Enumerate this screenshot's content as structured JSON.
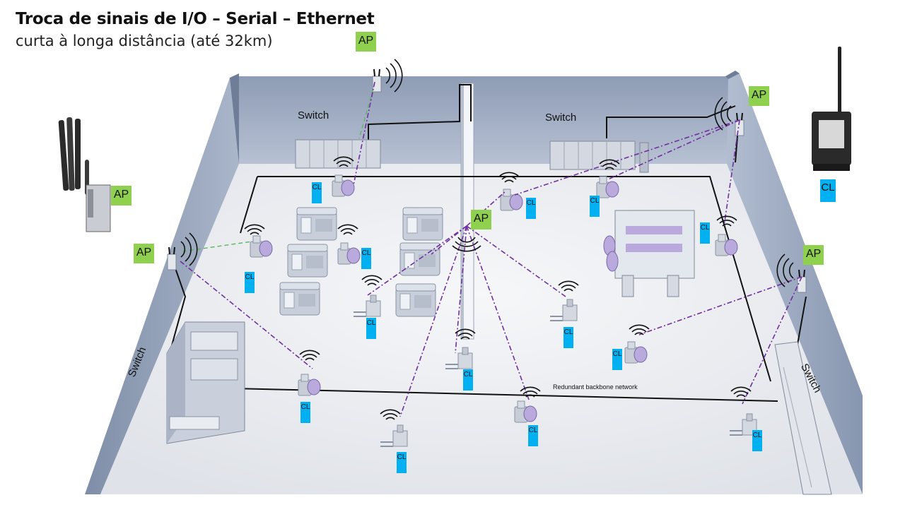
{
  "header": {
    "title": "Troca de sinais de I/O – Serial – Ethernet",
    "subtitle": "curta à longa distância (até 32km)"
  },
  "labels": {
    "switch": "Switch",
    "ap": "AP",
    "cl": "CL",
    "backbone": "Redundant backbone network"
  },
  "colors": {
    "ap_tag": "#8fd14f",
    "cl_tag": "#00b0f0",
    "wireless_link": "#7030a0",
    "ap_link": "#4caf50",
    "backbone": "#111111",
    "wall": "#8c9bb3",
    "floor": "#eef0f4"
  },
  "icons": [
    "wifi-signal-icon",
    "machine-icon",
    "forklift-icon",
    "agv-icon",
    "router-icon",
    "antenna-icon"
  ]
}
